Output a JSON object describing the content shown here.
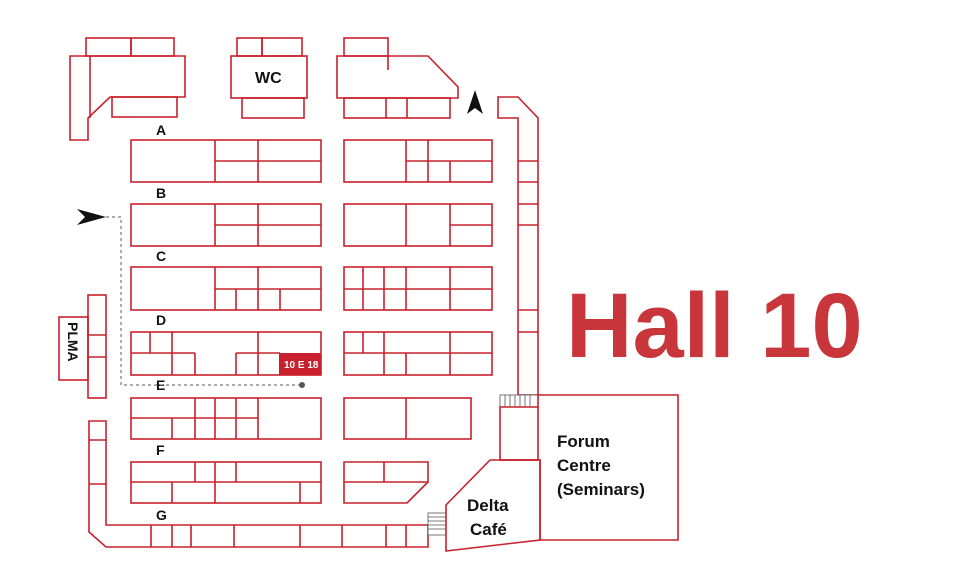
{
  "hall": {
    "title": "Hall 10"
  },
  "aisles": [
    "A",
    "B",
    "C",
    "D",
    "E",
    "F",
    "G"
  ],
  "facilities": {
    "wc": "WC",
    "plma": "PLMA",
    "forum_line1": "Forum",
    "forum_line2": "Centre",
    "forum_line3": "(Seminars)",
    "cafe_line1": "Delta",
    "cafe_line2": "Café"
  },
  "booth": {
    "id": "10 E 18"
  },
  "colors": {
    "booth_outline": "#c8202c",
    "title": "#c8363c",
    "highlight": "#c8202c",
    "route": "#777777"
  },
  "icons": [
    "north-arrow-icon",
    "entrance-arrow-icon"
  ]
}
